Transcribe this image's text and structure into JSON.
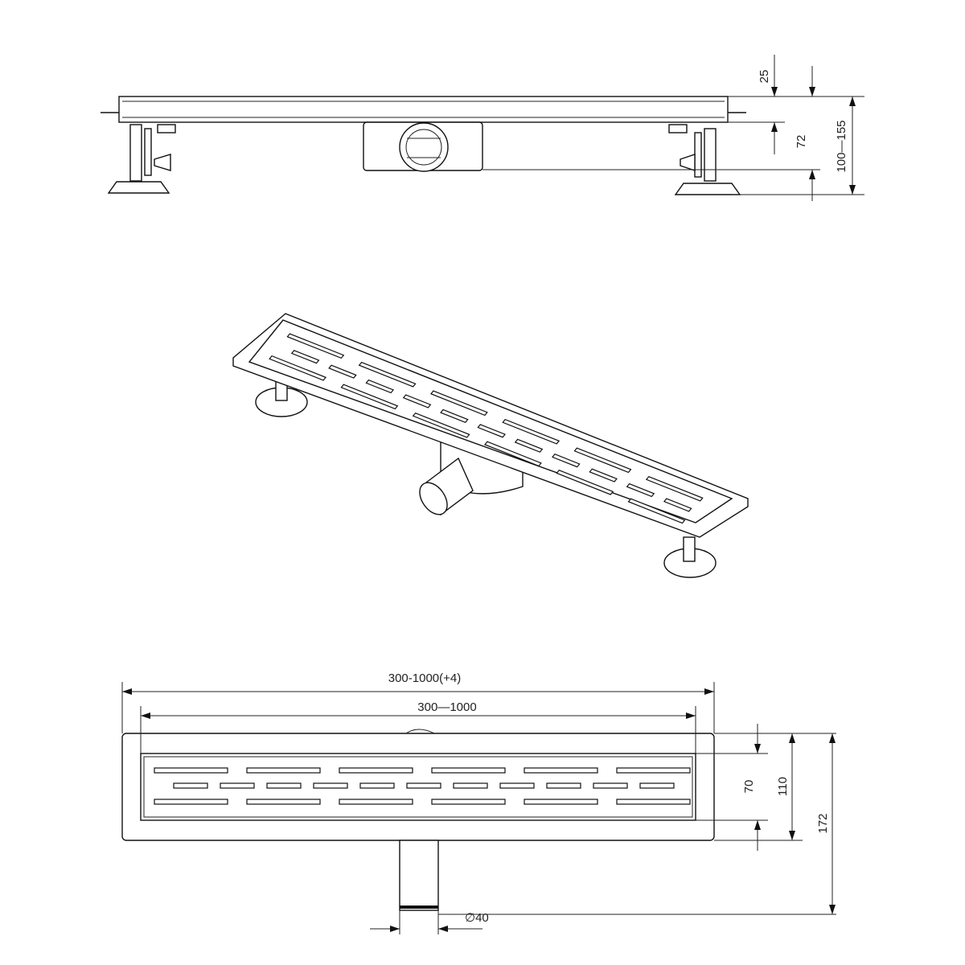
{
  "side_view": {
    "dim_cover_height": "25",
    "dim_body_height": "72",
    "dim_total_height": "100—155"
  },
  "top_view": {
    "dim_overall_length": "300-1000(+4)",
    "dim_grate_length": "300—1000",
    "dim_grate_width": "70",
    "dim_body_width": "110",
    "dim_total_width": "172",
    "dim_outlet_diameter": "∅40"
  },
  "colors": {
    "line": "#111111",
    "background": "#ffffff"
  }
}
